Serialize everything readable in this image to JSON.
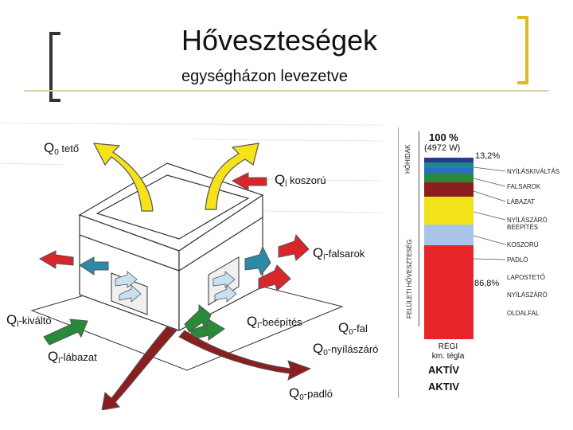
{
  "header": {
    "title": "Hőveszteségek",
    "subtitle": "egységházon levezetve"
  },
  "diagram": {
    "labels": {
      "q0_teto": {
        "main": "Q",
        "sub": "0",
        "rest": " tető"
      },
      "ql_koszoru": {
        "main": "Q",
        "sub": "l",
        "rest": " koszorú"
      },
      "ql_falsarok": {
        "main": "Q",
        "sub": "l",
        "rest": "-falsarok"
      },
      "ql_kivalto": {
        "main": "Q",
        "sub": "l",
        "rest": "-kiváltó"
      },
      "ql_beepites": {
        "main": "Q",
        "sub": "l",
        "rest": "-beépítés"
      },
      "q0_fal": {
        "main": "Q",
        "sub": "0",
        "rest": "-fal"
      },
      "ql_labazat": {
        "main": "Q",
        "sub": "l",
        "rest": "-lábazat"
      },
      "q0_nyilaszaro": {
        "main": "Q",
        "sub": "0",
        "rest": "-nyílászáró"
      },
      "q0_padlo": {
        "main": "Q",
        "sub": "0",
        "rest": "-padló"
      }
    }
  },
  "bar": {
    "total_percent": "100 %",
    "total_watts": "(4972 W)",
    "upper_percent": "13,2%",
    "lower_percent": "86,8%",
    "side_top": "HŐHIDAK",
    "side_bottom": "FELÜLETI HŐVESZTESÉG",
    "legend": [
      "NYÍLÁSKIVÁLTÁS",
      "FALSAROK",
      "LÁBAZAT",
      "NYÍLÁSZÁRÓ BEÉPÍTÉS",
      "KOSZORÚ",
      "PADLÓ",
      "LAPOSTETŐ",
      "NYÍLÁSZÁRÓ",
      "OLDALFAL"
    ],
    "bottom_line1": "RÉGI",
    "bottom_line2": "km. tégla",
    "aktiv1": "AKTÍV",
    "aktiv2": "AKTIV",
    "colors": {
      "red": "#e8262a",
      "lightblue": "#a8c4e8",
      "yellow": "#f2e21a",
      "darkred": "#8b1e1e",
      "green": "#2a8a3a",
      "blue": "#2a6cc8",
      "teal": "#1a8a8a",
      "navy": "#2a3a8a"
    }
  }
}
